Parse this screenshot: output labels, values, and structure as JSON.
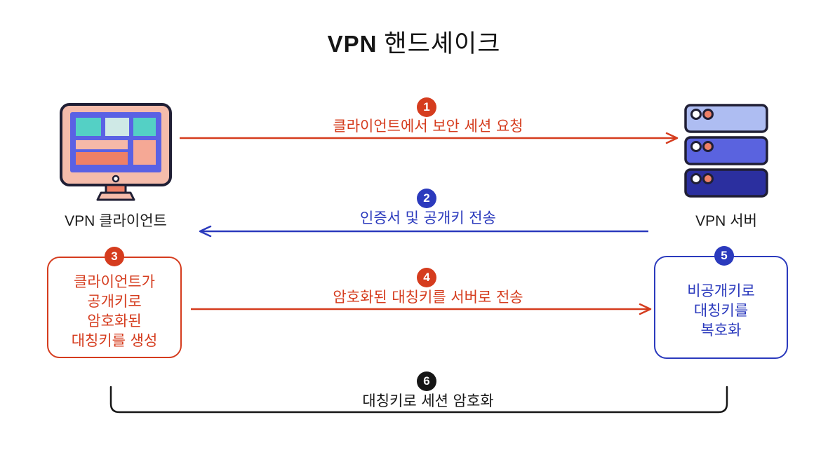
{
  "title": {
    "brand": "VPN",
    "text": "핸드셰이크"
  },
  "colors": {
    "red": "#d53c1e",
    "blue": "#2b3abd",
    "ink": "#161616",
    "outline": "#201f35",
    "monitor-frame": "#f5bcab",
    "screen": "#5a61e4",
    "teal": "#54d0c5",
    "pale-teal": "#cfe9e6",
    "salmon-light": "#f6b9a8",
    "salmon-mid": "#f5a895",
    "salmon-dark": "#ef8066",
    "server-light": "#aebdf2",
    "server-mid": "#5a63df",
    "server-dark": "#2b2f9f"
  },
  "nodes": {
    "client": {
      "brand": "VPN",
      "name": "클라이언트"
    },
    "server": {
      "brand": "VPN",
      "name": "서버"
    }
  },
  "steps": [
    {
      "num": "1",
      "label": "클라이언트에서 보안 세션 요청",
      "direction": "client-to-server",
      "color": "#d53c1e"
    },
    {
      "num": "2",
      "label": "인증서 및 공개키 전송",
      "direction": "server-to-client",
      "color": "#2b3abd"
    },
    {
      "num": "3",
      "lines": [
        "클라이언트가",
        "공개키로",
        "암호화된",
        "대칭키를 생성"
      ],
      "color": "#d53c1e"
    },
    {
      "num": "4",
      "label": "암호화된 대칭키를 서버로 전송",
      "direction": "client-to-server",
      "color": "#d53c1e"
    },
    {
      "num": "5",
      "lines": [
        "비공개키로",
        "대칭키를",
        "복호화"
      ],
      "color": "#2b3abd"
    },
    {
      "num": "6",
      "label": "대칭키로 세션 암호화",
      "scope": "both",
      "color": "#161616"
    }
  ]
}
